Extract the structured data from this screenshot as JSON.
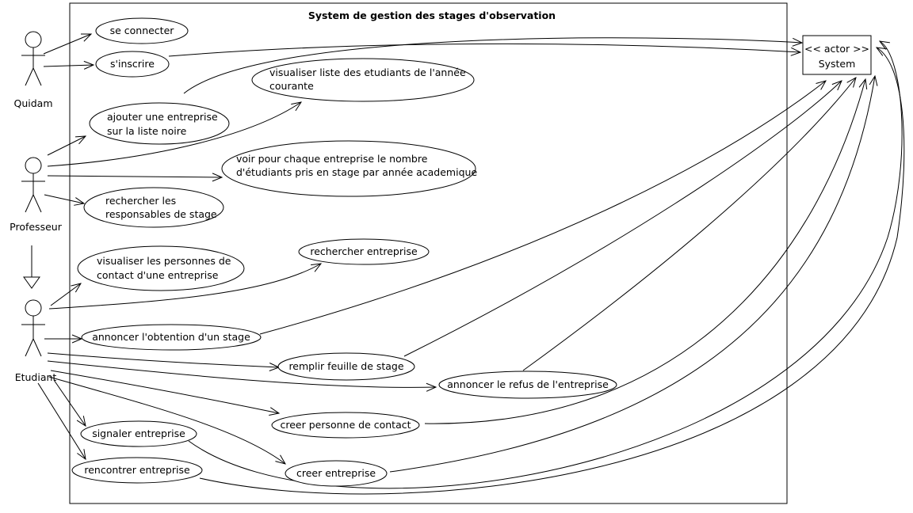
{
  "diagram": {
    "title": "System de gestion des stages d'observation",
    "colors": {
      "stroke": "#000000",
      "background": "#ffffff"
    },
    "actors": {
      "quidam": "Quidam",
      "professeur": "Professeur",
      "etudiant": "Etudiant",
      "system_stereotype": "<< actor >>",
      "system_name": "System"
    },
    "use_cases": {
      "se_connecter": [
        "se connecter"
      ],
      "sinscrire": [
        "s'inscrire"
      ],
      "visualiser_liste": [
        "visualiser liste des etudiants de l'année",
        "courante"
      ],
      "ajouter_entreprise": [
        "ajouter une entreprise",
        "sur la liste noire"
      ],
      "voir_nombre": [
        "voir pour chaque entreprise le nombre",
        "d'étudiants pris en stage par année academique"
      ],
      "rechercher_responsables": [
        "rechercher les",
        "responsables de stage"
      ],
      "visualiser_personnes": [
        "visualiser les personnes de",
        "contact d'une entreprise"
      ],
      "rechercher_entreprise": [
        "rechercher entreprise"
      ],
      "annoncer_obtention": [
        "annoncer l'obtention d'un stage"
      ],
      "remplir_feuille": [
        "remplir feuille de stage"
      ],
      "annoncer_refus": [
        "annoncer le refus de l'entreprise"
      ],
      "creer_personne": [
        "creer personne de contact"
      ],
      "signaler_entreprise": [
        "signaler entreprise"
      ],
      "creer_entreprise": [
        "creer entreprise"
      ],
      "rencontrer_entreprise": [
        "rencontrer entreprise"
      ]
    }
  }
}
